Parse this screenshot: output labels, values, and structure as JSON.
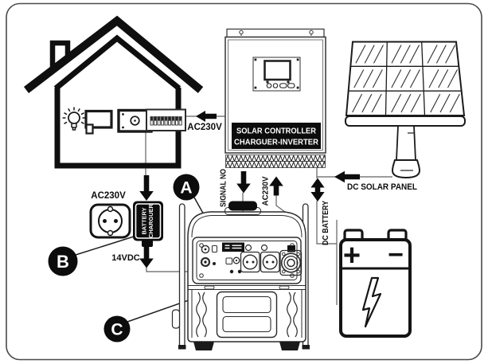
{
  "diagram": {
    "badges": {
      "a": "A",
      "b": "B",
      "c": "C"
    },
    "labels": {
      "house_ac": "AC230V",
      "outlet_ac": "AC230V",
      "charger_line1": "BATTERY",
      "charger_line2": "CHARGUER",
      "dc_out": "14VDC",
      "signal": "SIGNAL NO",
      "gen_ac": "AC230V",
      "dc_battery": "DC BATTERY",
      "dc_solar": "DC SOLAR PANEL",
      "inverter_line1": "SOLAR CONTROLLER",
      "inverter_line2": "CHARGUER-INVERTER",
      "battery_plus": "+",
      "battery_minus": "−"
    },
    "colors": {
      "ink": "#141414",
      "wire": "#616161",
      "label_bg": "#0c0c0c",
      "label_fg": "#ffffff"
    }
  }
}
